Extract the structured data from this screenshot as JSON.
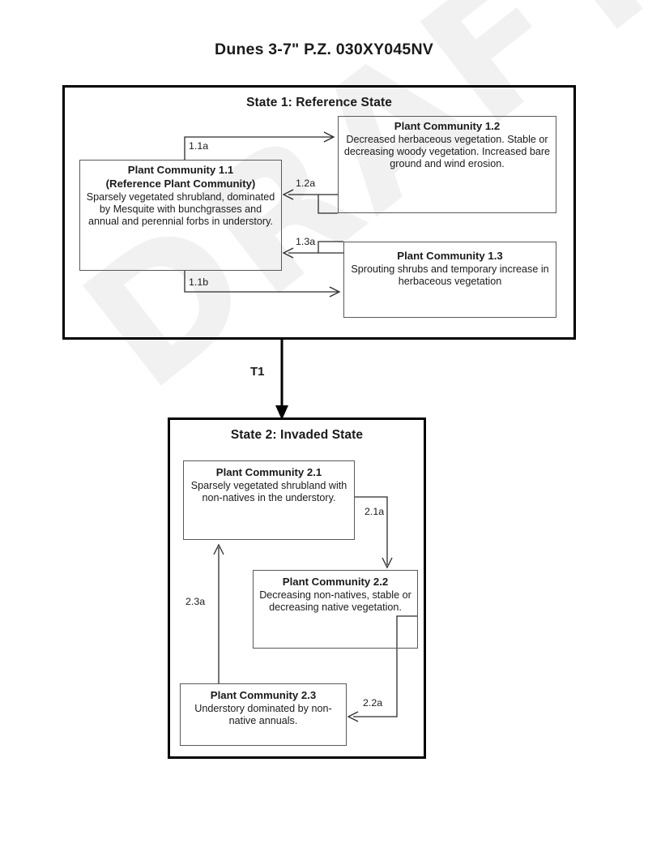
{
  "page": {
    "title": "Dunes 3-7\" P.Z. 030XY045NV",
    "watermark": "DRAFT"
  },
  "states": [
    {
      "id": "state1",
      "title": "State 1: Reference State",
      "communities": [
        {
          "id": "pc11",
          "title": "Plant Community 1.1",
          "subtitle": "(Reference Plant Community)",
          "description": "Sparsely vegetated shrubland, dominated by Mesquite with bunchgrasses and annual and perennial forbs in understory."
        },
        {
          "id": "pc12",
          "title": "Plant Community 1.2",
          "description": "Decreased herbaceous vegetation. Stable or decreasing woody vegetation. Increased bare ground and wind erosion."
        },
        {
          "id": "pc13",
          "title": "Plant Community 1.3",
          "description": "Sprouting shrubs and temporary increase in herbaceous vegetation"
        }
      ],
      "transitions": [
        {
          "id": "t-11a",
          "label": "1.1a",
          "from": "pc11",
          "to": "pc12"
        },
        {
          "id": "t-12a",
          "label": "1.2a",
          "from": "pc12",
          "to": "pc11"
        },
        {
          "id": "t-13a",
          "label": "1.3a",
          "from": "pc13",
          "to": "pc11"
        },
        {
          "id": "t-11b",
          "label": "1.1b",
          "from": "pc11",
          "to": "pc13"
        }
      ]
    },
    {
      "id": "state2",
      "title": "State 2: Invaded State",
      "communities": [
        {
          "id": "pc21",
          "title": "Plant Community 2.1",
          "description": "Sparsely vegetated shrubland with non-natives in the understory."
        },
        {
          "id": "pc22",
          "title": "Plant Community 2.2",
          "description": "Decreasing non-natives, stable or decreasing native vegetation."
        },
        {
          "id": "pc23",
          "title": "Plant Community 2.3",
          "description": "Understory dominated by non-native annuals."
        }
      ],
      "transitions": [
        {
          "id": "t-21a",
          "label": "2.1a",
          "from": "pc21",
          "to": "pc22"
        },
        {
          "id": "t-22a",
          "label": "2.2a",
          "from": "pc22",
          "to": "pc23"
        },
        {
          "id": "t-23a",
          "label": "2.3a",
          "from": "pc23",
          "to": "pc21"
        }
      ]
    }
  ],
  "state_transitions": [
    {
      "id": "t1",
      "label": "T1",
      "from": "state1",
      "to": "state2"
    }
  ]
}
